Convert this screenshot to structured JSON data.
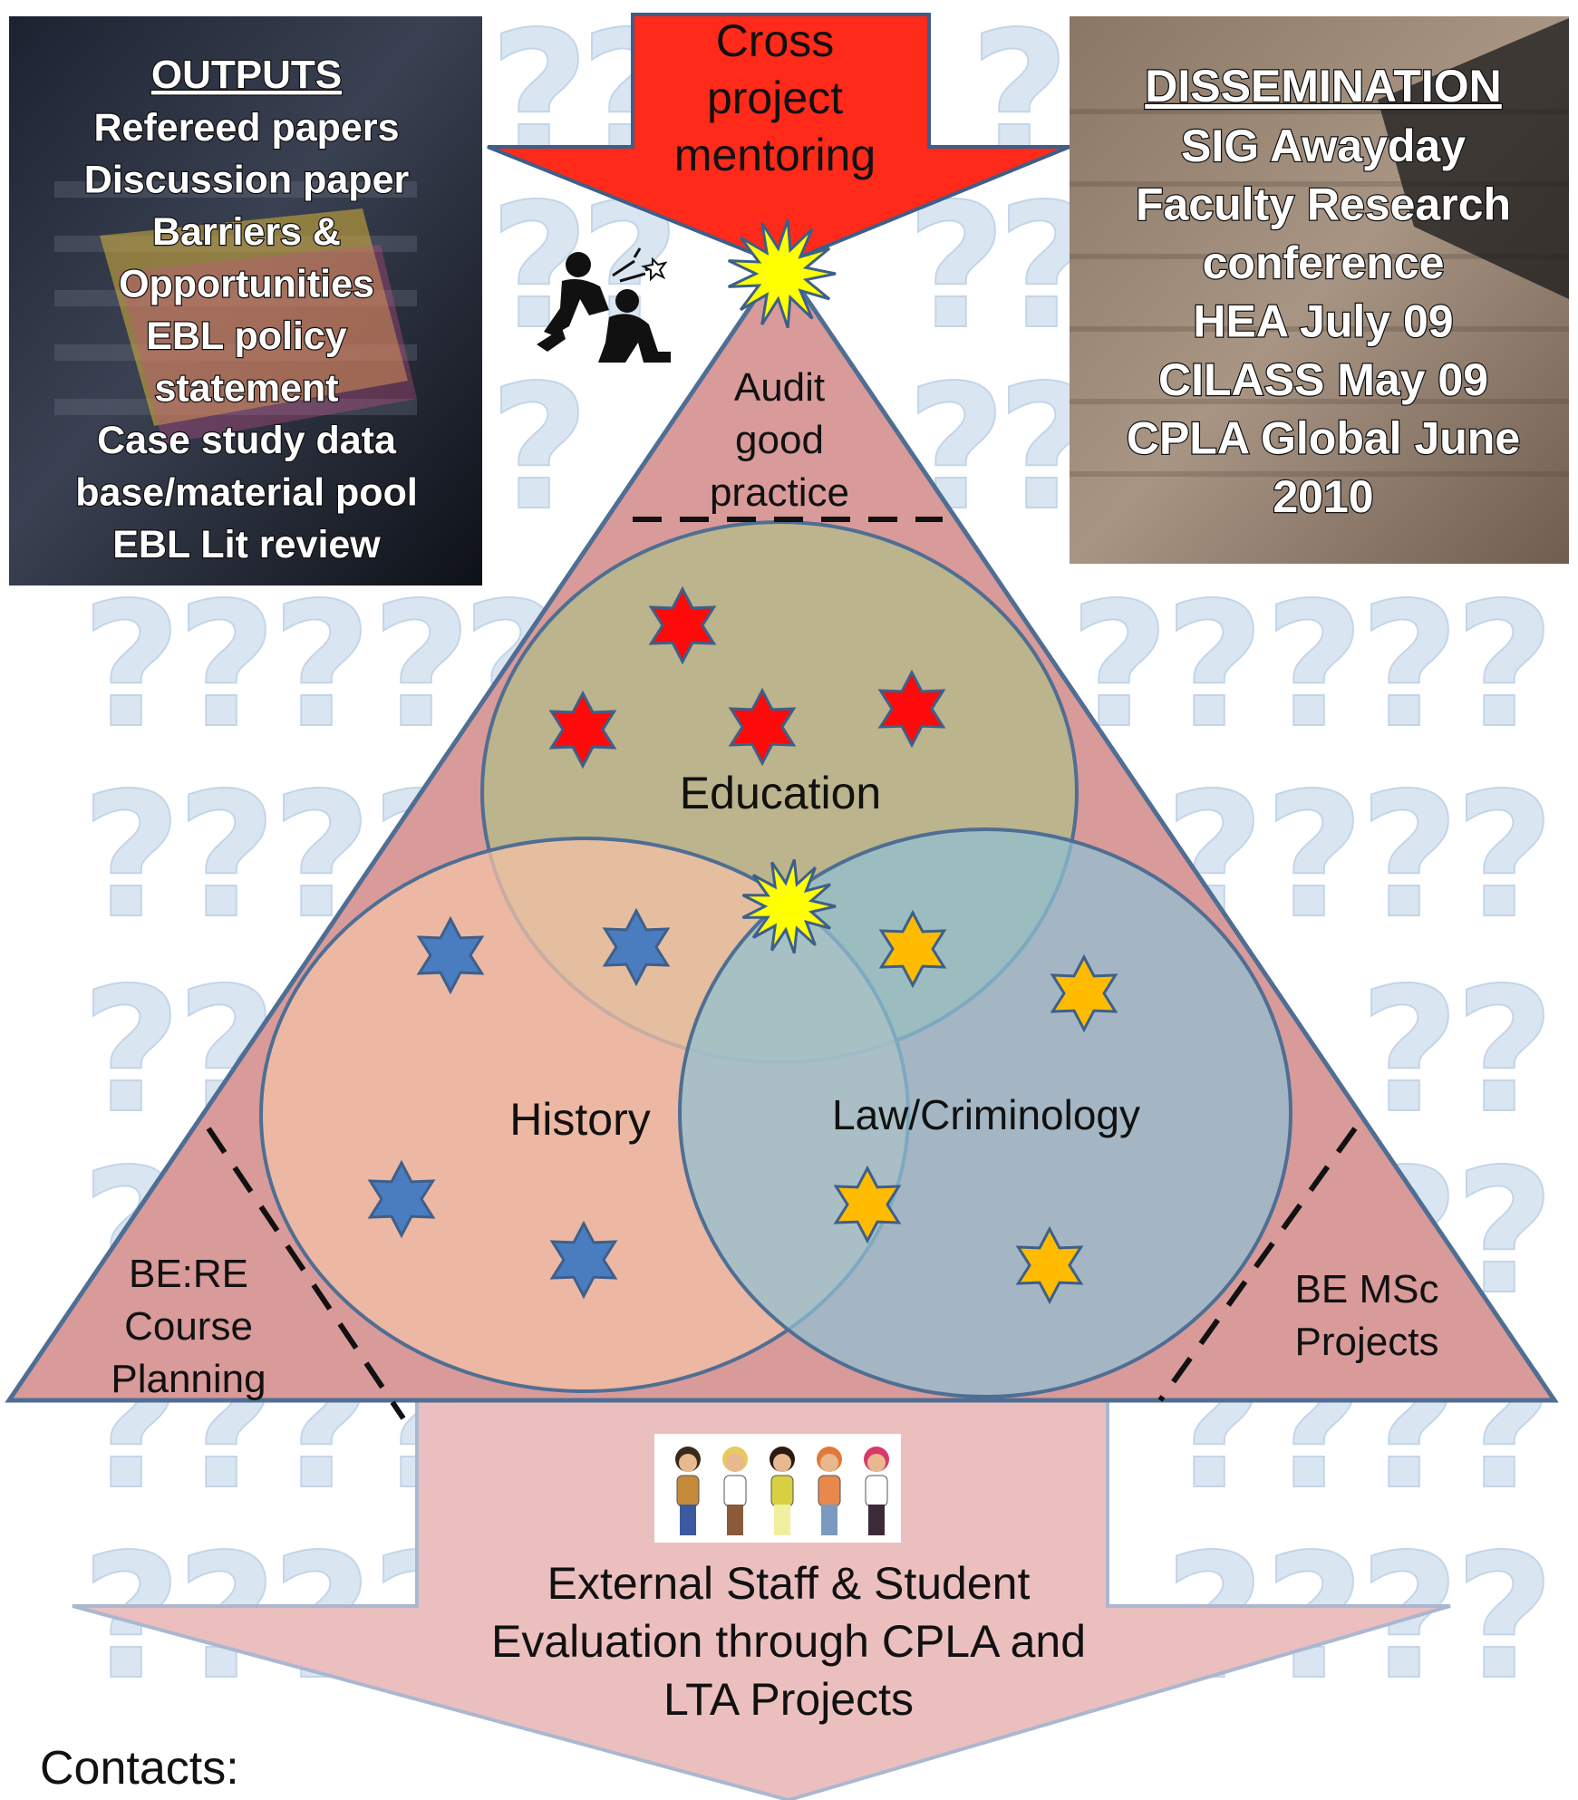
{
  "outputs": {
    "heading": "OUTPUTS",
    "items": [
      "Refereed papers",
      "Discussion  paper",
      "Barriers &",
      "Opportunities",
      "EBL policy",
      "statement",
      "Case study data",
      "base/material  pool",
      "EBL Lit review"
    ]
  },
  "dissemination": {
    "heading": "DISSEMINATION",
    "items": [
      "SIG Awayday",
      "Faculty Research",
      "conference",
      "HEA July 09",
      "CILASS May 09",
      "CPLA Global June",
      "2010"
    ]
  },
  "top_arrow": {
    "lines": [
      "Cross",
      "project",
      "mentoring"
    ]
  },
  "apex": {
    "lines": [
      "Audit",
      "good",
      "practice"
    ]
  },
  "circles": {
    "education": "Education",
    "history": "History",
    "law": "Law/Criminology"
  },
  "corners": {
    "left": [
      "BE:RE",
      "Course",
      "Planning"
    ],
    "right": [
      "BE MSc",
      "Projects"
    ]
  },
  "bottom_arrow": {
    "lines": [
      "External Staff & Student",
      "Evaluation through CPLA and",
      "LTA Projects"
    ]
  },
  "contacts": {
    "label": "Contacts:"
  },
  "colors": {
    "triangle": "#d99a9a",
    "triangle_border": "#4f6e93",
    "education_circle": "#b5b98a",
    "history_circle": "#f2c2a6",
    "law_circle": "#8fc0d3",
    "red_arrow": "#ff2a1a",
    "bottom_arrow": "#ebbcbc",
    "red_star": "#ff0a0a",
    "blue_star": "#4a7cc0",
    "gold_star": "#ffbb00",
    "burst": "#ffff00"
  }
}
